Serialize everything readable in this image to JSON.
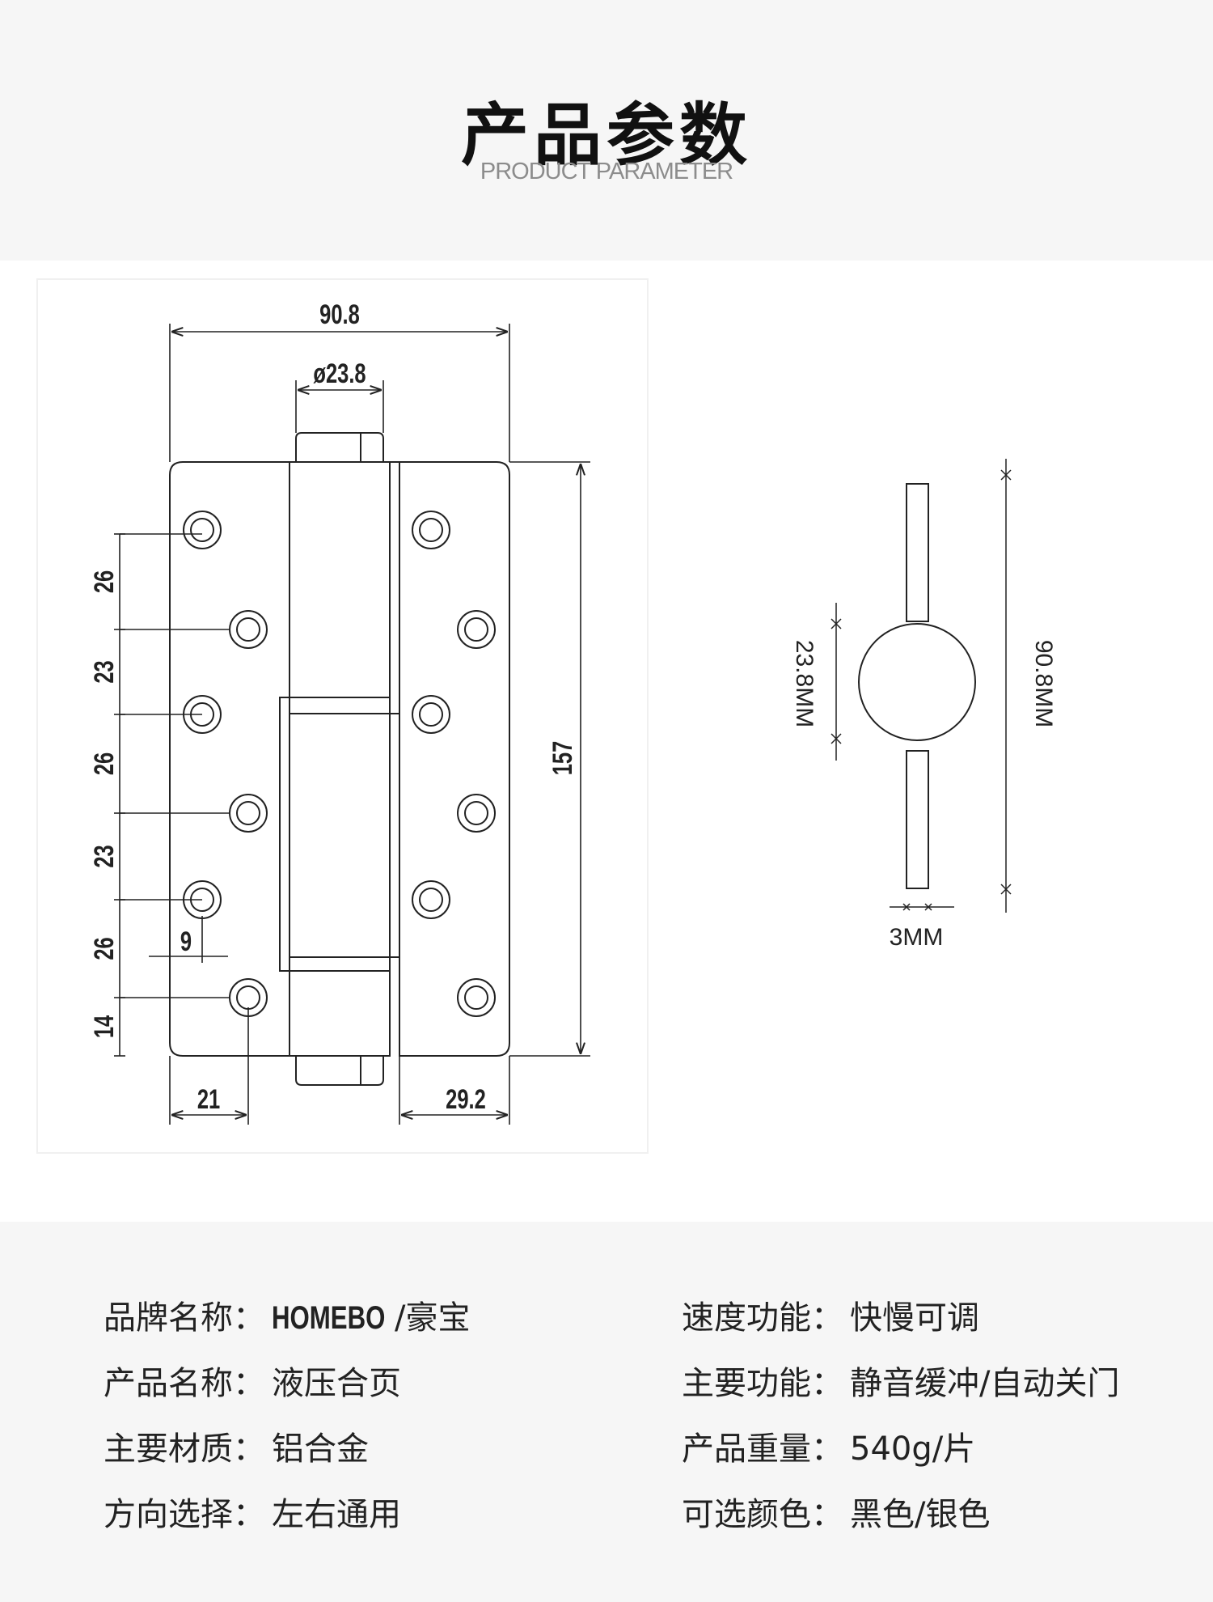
{
  "header": {
    "title": "产品参数",
    "subtitle": "PRODUCT PARAMETER"
  },
  "drawing_front": {
    "width_label": "90.8",
    "barrel_diameter_label": "ø23.8",
    "height_label": "157",
    "left_offset_label": "21",
    "right_offset_label": "29.2",
    "hole_offset_label": "9",
    "hole_spacing_labels": [
      "26",
      "23",
      "26",
      "23",
      "26",
      "14"
    ]
  },
  "drawing_top": {
    "open_width_label": "90.8MM",
    "knuckle_diameter_label": "23.8MM",
    "thickness_label": "3MM"
  },
  "specs": {
    "brand_label": "品牌名称：",
    "brand_latin": "HOMEBO",
    "brand_suffix": "/豪宝",
    "name_label": "产品名称：",
    "name_value": "液压合页",
    "material_label": "主要材质：",
    "material_value": "铝合金",
    "direction_label": "方向选择：",
    "direction_value": "左右通用",
    "speed_label": "速度功能：",
    "speed_value": "快慢可调",
    "function_label": "主要功能：",
    "function_value": "静音缓冲/自动关门",
    "weight_label": "产品重量：",
    "weight_value": "540g/片",
    "color_label": "可选颜色：",
    "color_value": "黑色/银色"
  }
}
